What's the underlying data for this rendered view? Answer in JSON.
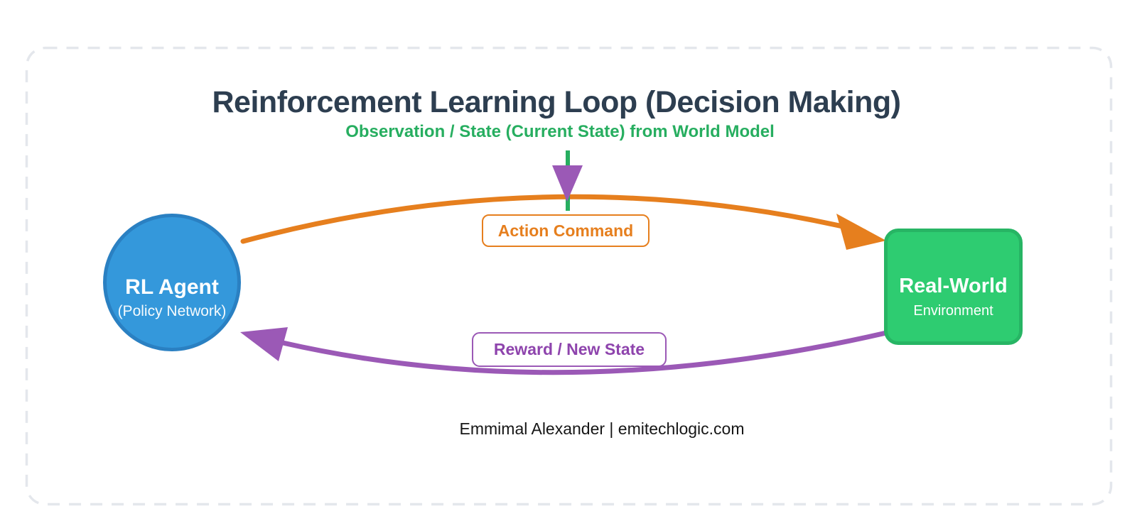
{
  "header": {
    "title": "Reinforcement Learning Loop (Decision Making)",
    "subtitle": "Observation / State (Current State) from World Model"
  },
  "nodes": {
    "agent": {
      "label": "RL Agent",
      "sublabel": "(Policy Network)"
    },
    "environment": {
      "label": "Real-World",
      "sublabel": "Environment"
    }
  },
  "edges": {
    "action": {
      "label": "Action Command"
    },
    "reward": {
      "label": "Reward / New State"
    }
  },
  "footer": {
    "credit": "Emmimal Alexander | emitechlogic.com"
  },
  "theme": {
    "title_color": "#2d3e50",
    "subtitle_green": "#27ae60",
    "node_blue": "#3498db",
    "node_blue_border": "#2a80c2",
    "node_green": "#2ecc71",
    "node_green_border": "#27b564",
    "orange": "#e67f1e",
    "purple": "#9b59b6",
    "purple_text": "#8e44ad",
    "frame_gray": "#e4e7ec",
    "footer_black": "#161616"
  }
}
